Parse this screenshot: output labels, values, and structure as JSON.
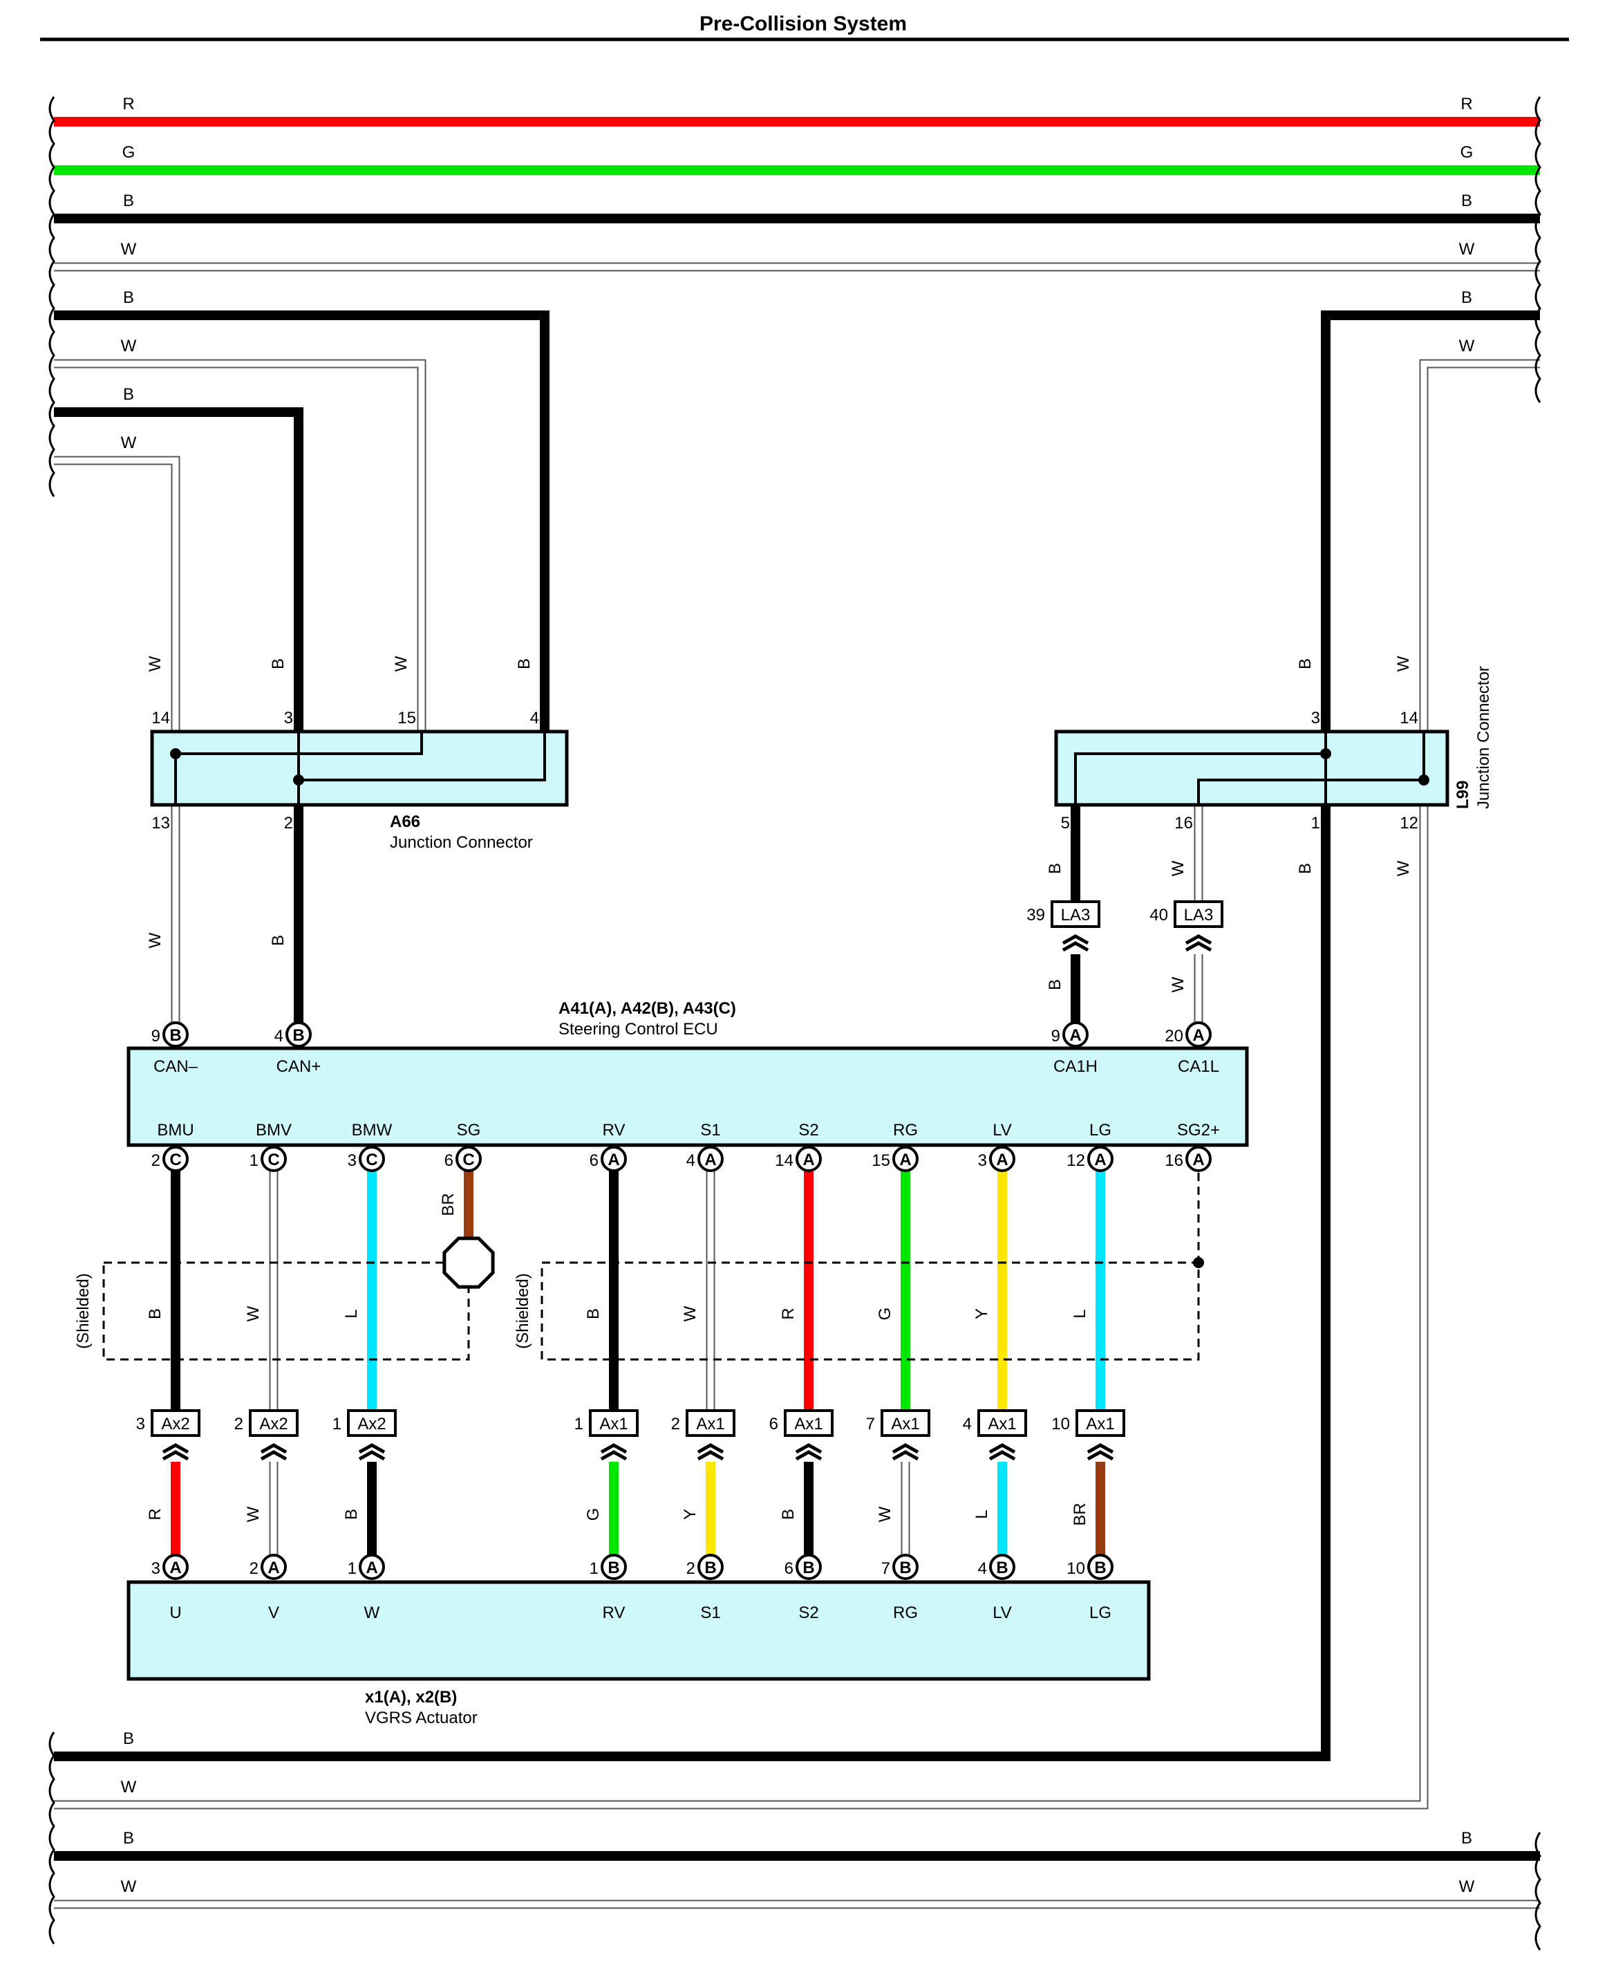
{
  "title": "Pre-Collision System",
  "colors": {
    "R": "#ff0000",
    "G": "#00e600",
    "B": "#000000",
    "W": "#ffffff",
    "L": "#00e5ff",
    "Y": "#ffe600",
    "BR": "#9a3b10",
    "box_fill": "#cff8fb"
  },
  "top_bus": [
    {
      "code": "R",
      "color": "R"
    },
    {
      "code": "G",
      "color": "G"
    },
    {
      "code": "B",
      "color": "B"
    },
    {
      "code": "W",
      "color": "W"
    }
  ],
  "side_stubs": {
    "left": [
      "B",
      "W",
      "B",
      "W"
    ],
    "right": [
      "B",
      "W"
    ]
  },
  "bottom_bus": {
    "left_stubs": [
      "B",
      "W"
    ],
    "through": [
      {
        "code": "B",
        "color": "B"
      },
      {
        "code": "W",
        "color": "W"
      }
    ]
  },
  "a66": {
    "id": "A66",
    "name": "Junction Connector",
    "top_pins": [
      {
        "pin": "14",
        "wire": "W"
      },
      {
        "pin": "3",
        "wire": "B"
      },
      {
        "pin": "15",
        "wire": "W"
      },
      {
        "pin": "4",
        "wire": "B"
      }
    ],
    "bottom_pins": [
      {
        "pin": "13",
        "wire": "W"
      },
      {
        "pin": "2",
        "wire": "B"
      }
    ]
  },
  "l99": {
    "id": "L99",
    "name": "Junction Connector",
    "top_pins": [
      {
        "pin": "3",
        "wire": "B"
      },
      {
        "pin": "14",
        "wire": "W"
      }
    ],
    "bottom_pins": [
      {
        "pin": "5",
        "wire": "B"
      },
      {
        "pin": "16",
        "wire": "W"
      },
      {
        "pin": "1",
        "wire": "B"
      },
      {
        "pin": "12",
        "wire": "W"
      }
    ]
  },
  "la3": [
    {
      "pin": "39",
      "code": "LA3",
      "wire_in": "B",
      "wire_out": "B"
    },
    {
      "pin": "40",
      "code": "LA3",
      "wire_in": "W",
      "wire_out": "W"
    }
  ],
  "ecu": {
    "id": "A41(A), A42(B), A43(C)",
    "name": "Steering Control ECU",
    "top_terminals": [
      {
        "pin": "9",
        "conn": "B",
        "label": "CAN–"
      },
      {
        "pin": "4",
        "conn": "B",
        "label": "CAN+"
      },
      {
        "pin": "9",
        "conn": "A",
        "label": "CA1H"
      },
      {
        "pin": "20",
        "conn": "A",
        "label": "CA1L"
      }
    ],
    "bottom_terminals": [
      {
        "pin": "2",
        "conn": "C",
        "label": "BMU",
        "wire": "B"
      },
      {
        "pin": "1",
        "conn": "C",
        "label": "BMV",
        "wire": "W"
      },
      {
        "pin": "3",
        "conn": "C",
        "label": "BMW",
        "wire": "L"
      },
      {
        "pin": "6",
        "conn": "C",
        "label": "SG",
        "wire": "BR"
      },
      {
        "pin": "6",
        "conn": "A",
        "label": "RV",
        "wire": "B"
      },
      {
        "pin": "4",
        "conn": "A",
        "label": "S1",
        "wire": "W"
      },
      {
        "pin": "14",
        "conn": "A",
        "label": "S2",
        "wire": "R"
      },
      {
        "pin": "15",
        "conn": "A",
        "label": "RG",
        "wire": "G"
      },
      {
        "pin": "3",
        "conn": "A",
        "label": "LV",
        "wire": "Y"
      },
      {
        "pin": "12",
        "conn": "A",
        "label": "LG",
        "wire": "L"
      },
      {
        "pin": "16",
        "conn": "A",
        "label": "SG2+",
        "wire": ""
      }
    ]
  },
  "shielded_label": "(Shielded)",
  "inline_connectors": [
    {
      "pin": "3",
      "code": "Ax2",
      "wire_below": "R"
    },
    {
      "pin": "2",
      "code": "Ax2",
      "wire_below": "W"
    },
    {
      "pin": "1",
      "code": "Ax2",
      "wire_below": "B"
    },
    {
      "pin": "1",
      "code": "Ax1",
      "wire_below": "G"
    },
    {
      "pin": "2",
      "code": "Ax1",
      "wire_below": "Y"
    },
    {
      "pin": "6",
      "code": "Ax1",
      "wire_below": "B"
    },
    {
      "pin": "7",
      "code": "Ax1",
      "wire_below": "W"
    },
    {
      "pin": "4",
      "code": "Ax1",
      "wire_below": "L"
    },
    {
      "pin": "10",
      "code": "Ax1",
      "wire_below": "BR"
    }
  ],
  "vgrs": {
    "id": "x1(A), x2(B)",
    "name": "VGRS Actuator",
    "terminals": [
      {
        "pin": "3",
        "conn": "A",
        "label": "U"
      },
      {
        "pin": "2",
        "conn": "A",
        "label": "V"
      },
      {
        "pin": "1",
        "conn": "A",
        "label": "W"
      },
      {
        "pin": "1",
        "conn": "B",
        "label": "RV"
      },
      {
        "pin": "2",
        "conn": "B",
        "label": "S1"
      },
      {
        "pin": "6",
        "conn": "B",
        "label": "S2"
      },
      {
        "pin": "7",
        "conn": "B",
        "label": "RG"
      },
      {
        "pin": "4",
        "conn": "B",
        "label": "LV"
      },
      {
        "pin": "10",
        "conn": "B",
        "label": "LG"
      }
    ]
  }
}
